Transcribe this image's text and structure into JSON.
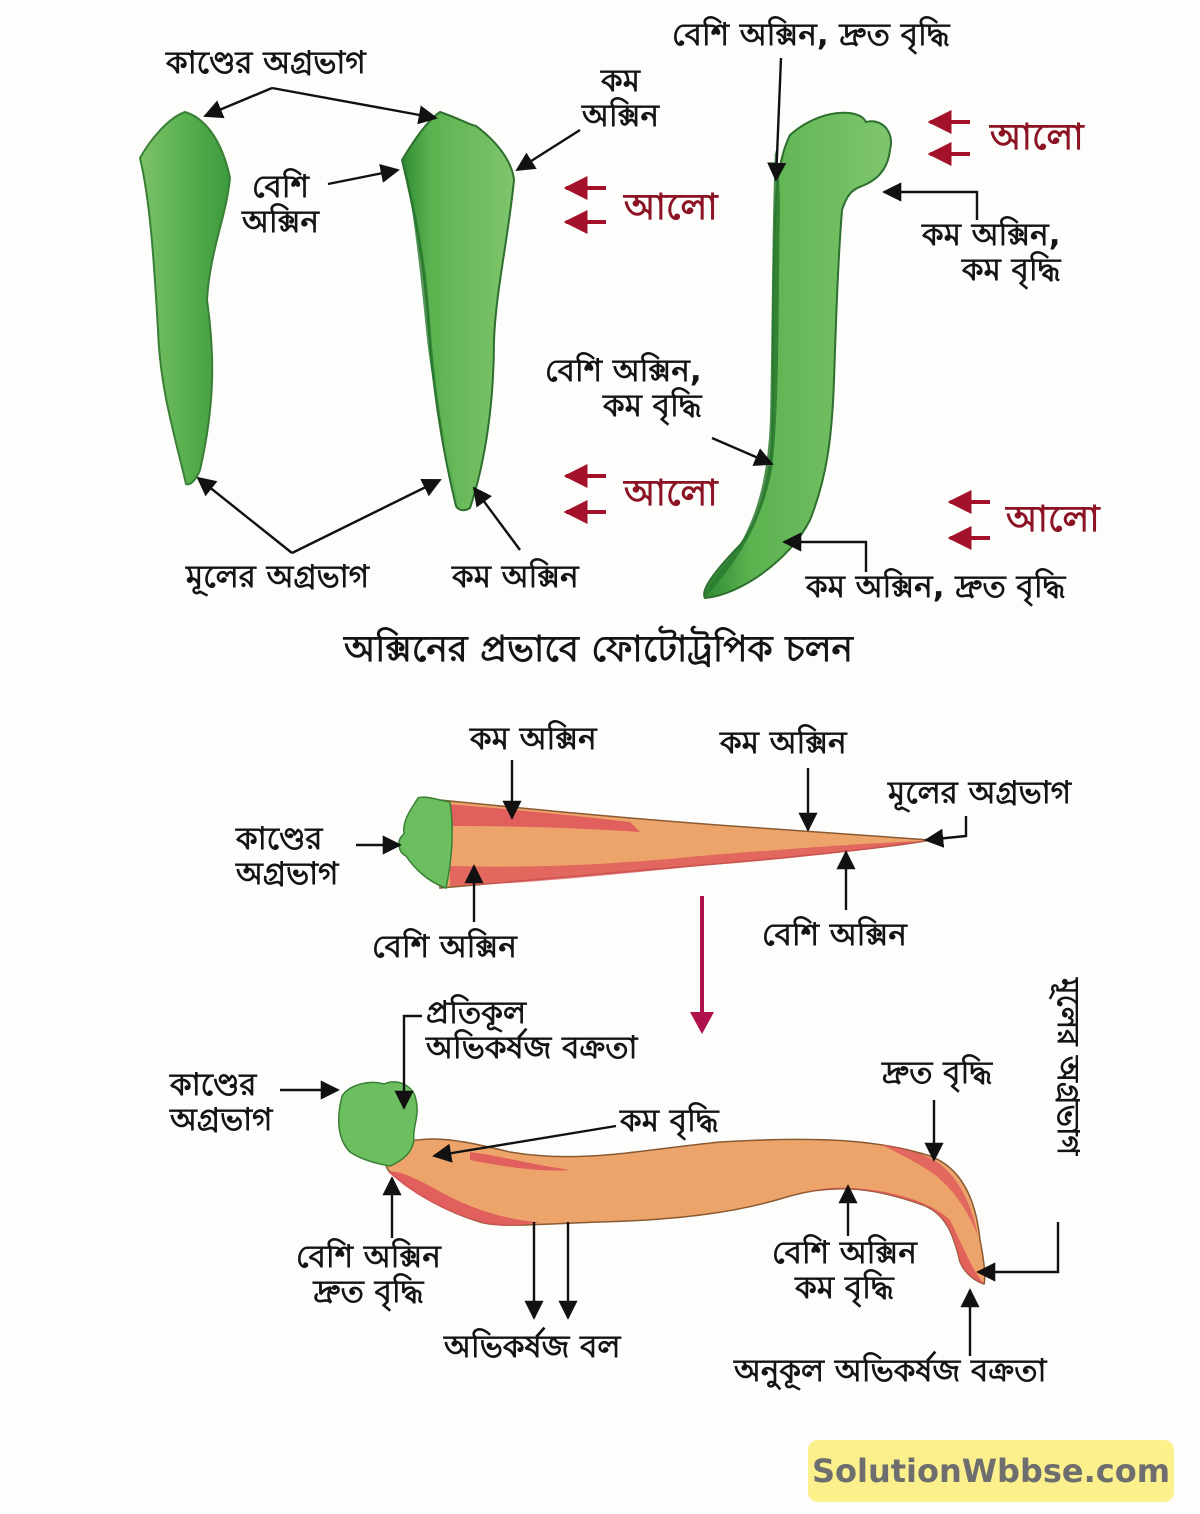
{
  "top": {
    "left_specimen": {
      "shoot_tip": "কাণ্ডের অগ্রভাগ",
      "more_auxin": "বেশি\nঅক্সিন",
      "less_auxin_top": "কম\nঅক্সিন",
      "root_tip": "মূলের অগ্রভাগ",
      "less_auxin_bottom": "কম অক্সিন",
      "light_label": "আলো"
    },
    "right_specimen": {
      "more_auxin_fast": "বেশি অক্সিন, দ্রুত বৃদ্ধি",
      "less_auxin_less_growth": "কম অক্সিন,\nকম বৃদ্ধি",
      "more_auxin_less_growth": "বেশি অক্সিন,\nকম বৃদ্ধি",
      "less_auxin_fast": "কম অক্সিন, দ্রুত বৃদ্ধি",
      "light_label": "আলো"
    },
    "caption": "অক্সিনের প্রভাবে ফোটোট্রপিক চলন"
  },
  "bottom": {
    "horizontal": {
      "less_auxin_1": "কম অক্সিন",
      "less_auxin_2": "কম অক্সিন",
      "root_tip": "মূলের অগ্রভাগ",
      "shoot_tip": "কাণ্ডের\nঅগ্রভাগ",
      "more_auxin_1": "বেশি অক্সিন",
      "more_auxin_2": "বেশি অক্সিন"
    },
    "curved": {
      "negative_geo": "প্রতিকূল\nঅভিকর্ষজ বক্রতা",
      "shoot_tip": "কাণ্ডের\nঅগ্রভাগ",
      "less_growth": "কম বৃদ্ধি",
      "fast_growth": "দ্রুত বৃদ্ধি",
      "root_tip_vertical": "মূলের অগ্রভাগ",
      "more_auxin_fast": "বেশি অক্সিন\nদ্রুত বৃদ্ধি",
      "gravity_force": "অভিকর্ষজ বল",
      "more_auxin_less": "বেশি অক্সিন\nকম বৃদ্ধি",
      "positive_geo": "অনুকূল অভিকর্ষজ বক্রতা"
    }
  },
  "watermark": "SolutionWbbse.com",
  "colors": {
    "shoot_green": "#4caf4a",
    "shoot_dark": "#2e7d32",
    "root_orange": "#eba36a",
    "auxin_red": "#e0565a",
    "light_arrow": "#a3122a",
    "main_arrow": "#b0124d"
  }
}
